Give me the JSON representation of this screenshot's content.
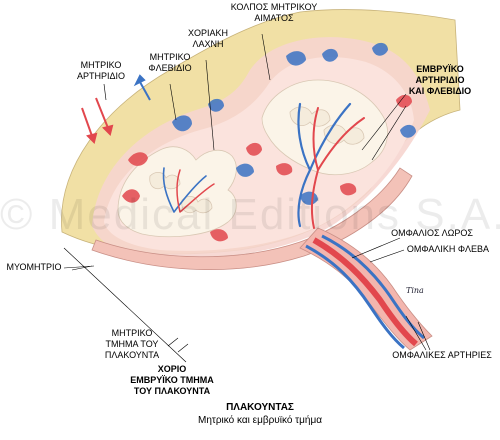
{
  "labels": {
    "maternal_artery": [
      "ΜΗΤΡΙΚΟ",
      "ΑΡΤΗΡΙΔΙΟ"
    ],
    "maternal_venule": [
      "ΜΗΤΡΙΚΟ",
      "ΦΛΕΒΙΔΙΟ"
    ],
    "chorionic_villus": [
      "ΧΟΡΙΑΚΗ",
      "ΛΑΧΝΗ"
    ],
    "maternal_blood_sinus": [
      "ΚΟΛΠΟΣ ΜΗΤΡΙΚΟΥ",
      "ΑΙΜΑΤΟΣ"
    ],
    "fetal_artery_vein": [
      "ΕΜΒΡΥΪΚΟ",
      "ΑΡΤΗΡΙΔΙΟ",
      "ΚΑΙ ΦΛΕΒΙΔΙΟ"
    ],
    "umbilical_cord": "ΟΜΦΑΛΙΟΣ ΛΩΡΟΣ",
    "umbilical_vein": "ΟΜΦΑΛΙΚΗ ΦΛΕΒΑ",
    "myometrium": "ΜΥΟΜΗΤΡΙΟ",
    "maternal_part": [
      "ΜΗΤΡΙΚΟ",
      "ΤΜΗΜΑ ΤΟΥ",
      "ΠΛΑΚΟΥΝΤΑ"
    ],
    "chorion_fetal_part": [
      "ΧΟΡΙΟ",
      "ΕΜΒΡΥΪΚΟ ΤΜΗΜΑ",
      "ΤΟΥ ΠΛΑΚΟΥΝΤΑ"
    ],
    "umbilical_arteries": "ΟΜΦΑΛΙΚΕΣ ΑΡΤΗΡΙΕΣ"
  },
  "title": "ΠΛΑΚΟΥΝΤΑΣ",
  "subtitle": "Μητρικό και εμβρυϊκό τμήμα",
  "watermark": "© Medical Editions S.A.",
  "signature": "Tina",
  "colors": {
    "myometrium": "#f1e0a5",
    "maternal_blood": "#e2474d",
    "maternal_venous": "#3b73c4",
    "villi": "#fbf4e8",
    "cord": "#f3b6ae"
  }
}
